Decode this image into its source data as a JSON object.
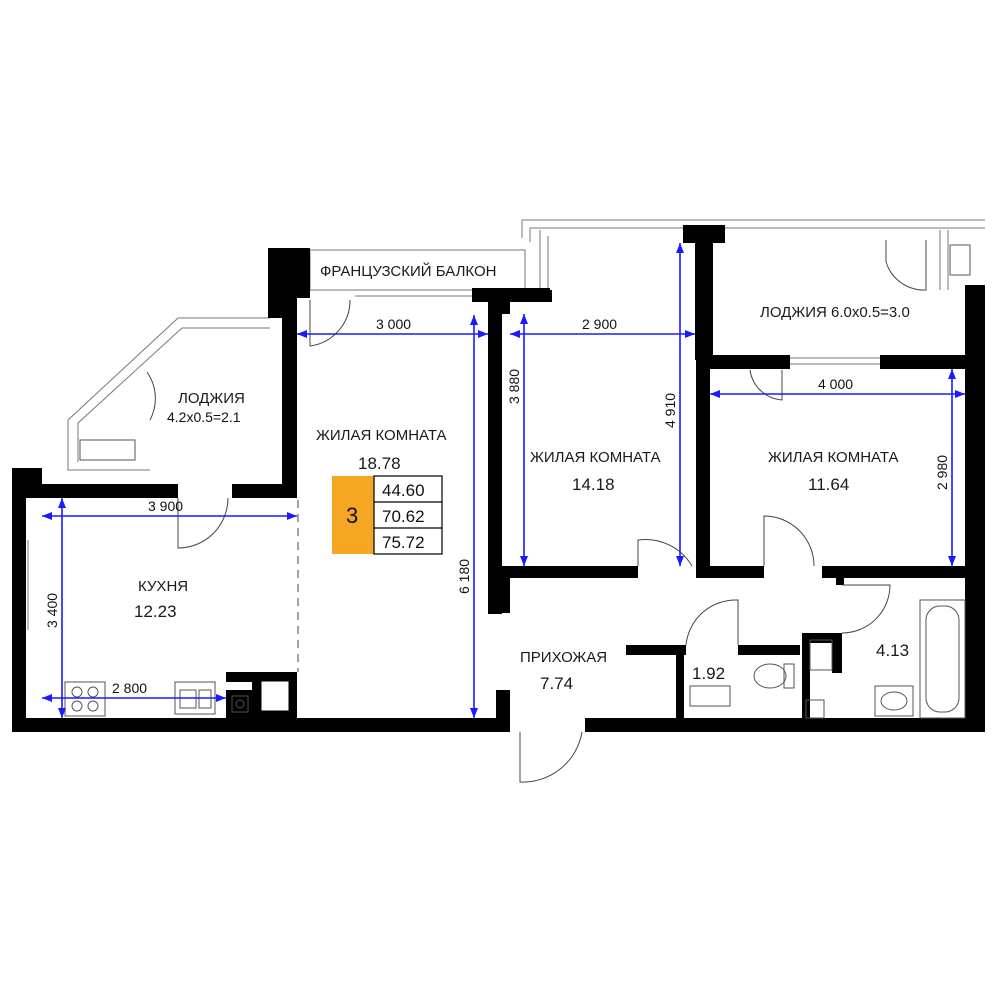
{
  "rooms": {
    "french_balcony": {
      "name": "ФРАНЦУЗСКИЙ БАЛКОН"
    },
    "loggia_left": {
      "name": "ЛОДЖИЯ",
      "area": "4.2x0.5=2.1"
    },
    "loggia_right": {
      "name": "ЛОДЖИЯ 6.0x0.5=3.0"
    },
    "living_1": {
      "name": "ЖИЛАЯ КОМНАТА",
      "area": "18.78"
    },
    "living_2": {
      "name": "ЖИЛАЯ КОМНАТА",
      "area": "14.18"
    },
    "living_3": {
      "name": "ЖИЛАЯ КОМНАТА",
      "area": "11.64"
    },
    "kitchen": {
      "name": "КУХНЯ",
      "area": "12.23"
    },
    "hallway": {
      "name": "ПРИХОЖАЯ",
      "area": "7.74"
    },
    "wc": {
      "area": "1.92"
    },
    "bathroom": {
      "area": "4.13"
    }
  },
  "badge": {
    "rooms_count": "3",
    "areas": [
      "44.60",
      "70.62",
      "75.72"
    ],
    "color": "#f5a623"
  },
  "dimensions": {
    "d_3000": "3 000",
    "d_2900": "2 900",
    "d_4000": "4 000",
    "d_3900": "3 900",
    "d_2800": "2 800",
    "d_3880": "3 880",
    "d_4910": "4 910",
    "d_2980": "2 980",
    "d_3400": "3 400",
    "d_6180": "6 180"
  },
  "colors": {
    "walls": "#000000",
    "dimension_lines": "#1a1aff",
    "accent": "#f5a623"
  }
}
